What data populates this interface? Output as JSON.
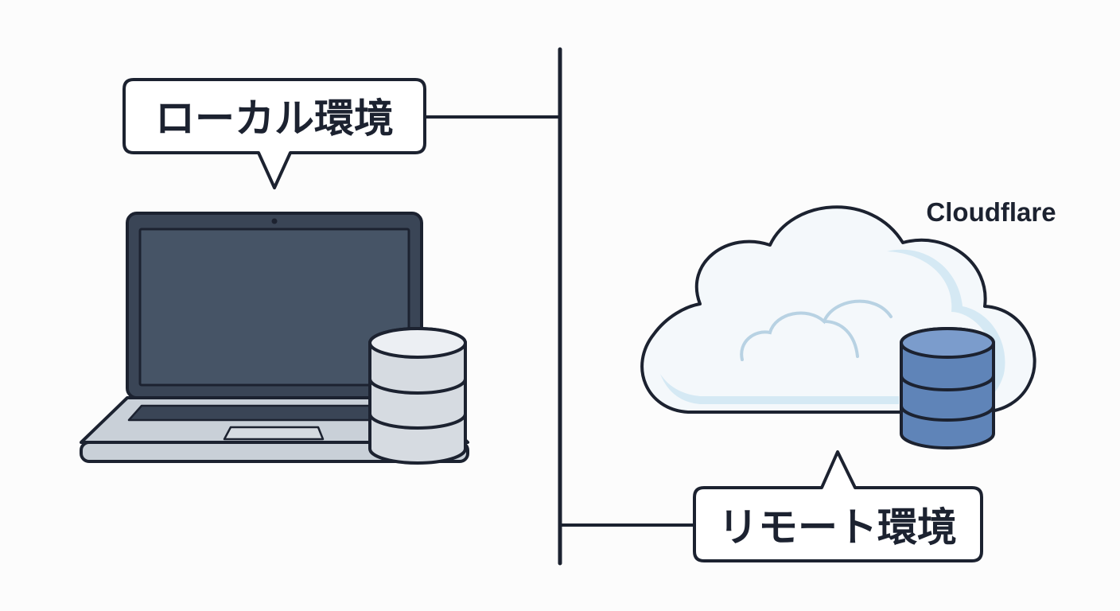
{
  "local": {
    "label": "ローカル環境"
  },
  "remote": {
    "label": "リモート環境",
    "provider": "Cloudflare"
  },
  "colors": {
    "outline": "#1c2230",
    "screen": "#465466",
    "laptop_body": "#c9d0d8",
    "local_db": "#d6dbe1",
    "remote_db": "#5f84b8",
    "cloud_fill": "#f4f8fb",
    "cloud_shade": "#cfe6f2"
  }
}
